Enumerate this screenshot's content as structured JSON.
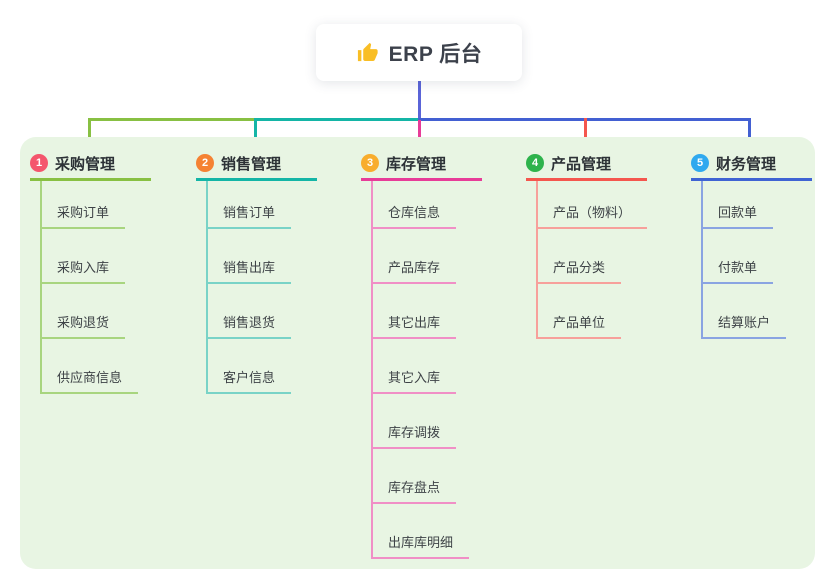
{
  "root": {
    "title": "ERP 后台",
    "icon": "thumbs-up-icon",
    "icon_color": "#f9be25"
  },
  "colors": {
    "canvas_bg": "#ffffff",
    "panel_bg": "#e8f5e3",
    "trunk_line": "#5a64d8"
  },
  "branches": [
    {
      "index": "1",
      "title": "采购管理",
      "badge_color": "#f4566d",
      "line_color": "#88c043",
      "child_line_color": "#a8d57f",
      "children": [
        "采购订单",
        "采购入库",
        "采购退货",
        "供应商信息"
      ]
    },
    {
      "index": "2",
      "title": "销售管理",
      "badge_color": "#f58233",
      "line_color": "#14b5a6",
      "child_line_color": "#79d3c7",
      "children": [
        "销售订单",
        "销售出库",
        "销售退货",
        "客户信息"
      ]
    },
    {
      "index": "3",
      "title": "库存管理",
      "badge_color": "#f8ad2d",
      "line_color": "#e73c98",
      "child_line_color": "#f08fc6",
      "children": [
        "仓库信息",
        "产品库存",
        "其它出库",
        "其它入库",
        "库存调拨",
        "库存盘点",
        "出库库明细"
      ]
    },
    {
      "index": "4",
      "title": "产品管理",
      "badge_color": "#2eb34c",
      "line_color": "#f4564e",
      "child_line_color": "#f7a09b",
      "children": [
        "产品（物料）",
        "产品分类",
        "产品单位"
      ]
    },
    {
      "index": "5",
      "title": "财务管理",
      "badge_color": "#2fa9ef",
      "line_color": "#3f63d3",
      "child_line_color": "#8aa4e2",
      "children": [
        "回款单",
        "付款单",
        "结算账户"
      ]
    }
  ]
}
